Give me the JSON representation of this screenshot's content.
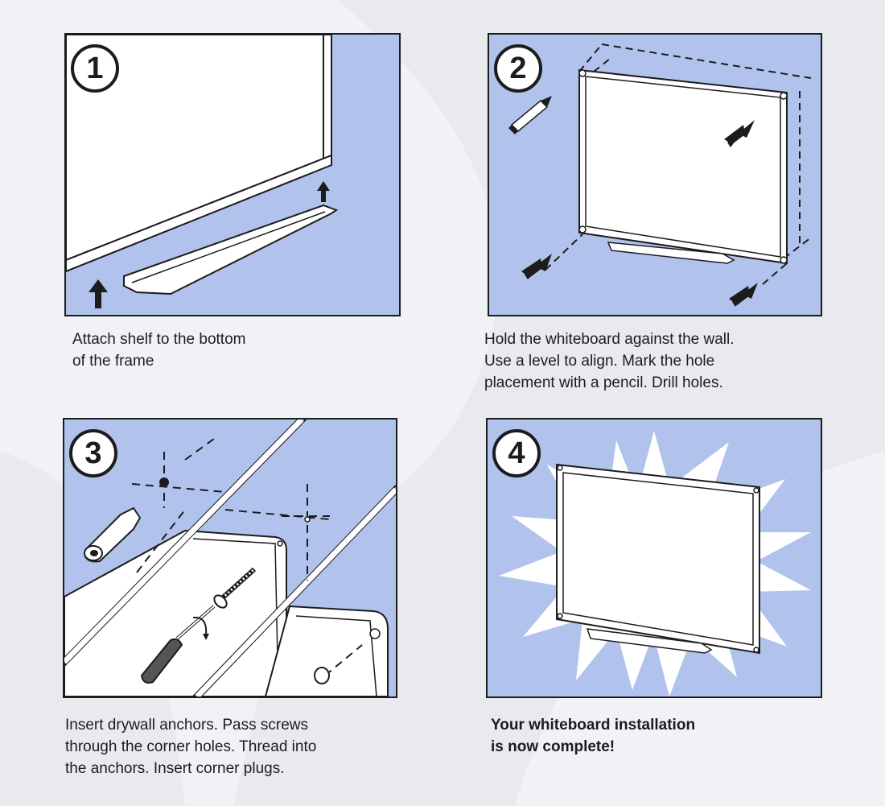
{
  "steps": [
    {
      "number": "1",
      "caption_lines": [
        "Attach shelf to the bottom",
        "of the frame"
      ]
    },
    {
      "number": "2",
      "caption_lines": [
        "Hold the whiteboard against the wall.",
        "Use a level to align. Mark the hole",
        "placement with a pencil. Drill holes."
      ]
    },
    {
      "number": "3",
      "caption_lines": [
        "Insert drywall anchors. Pass screws",
        "through the corner holes. Thread into",
        "the anchors. Insert corner plugs."
      ]
    },
    {
      "number": "4",
      "caption_lines": [
        "Your whiteboard installation",
        "is now complete!"
      ]
    }
  ],
  "colors": {
    "wall": "#b1c3ec",
    "background": "#f1f2f5",
    "ink": "#1c1c1c"
  }
}
